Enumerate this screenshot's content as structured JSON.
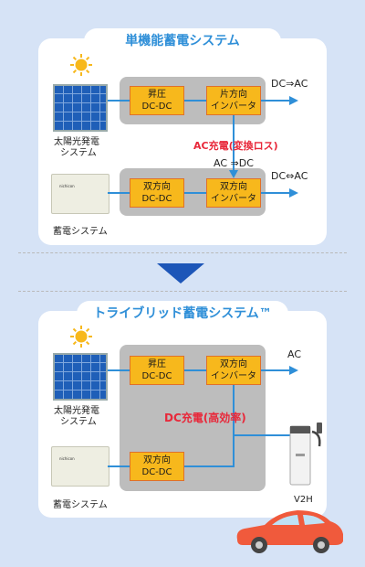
{
  "colors": {
    "blue": "#2f8fd8",
    "orange": "#f7b81c",
    "red": "#e8283a",
    "navy": "#1d56b8",
    "bg": "#d6e3f6"
  },
  "top": {
    "title": "単機能蓄電システム",
    "solar_label_1": "太陽光発電",
    "solar_label_2": "システム",
    "storage_label": "蓄電システム",
    "box1_l1": "昇圧",
    "box1_l2": "DC-DC",
    "box2_l1": "片方向",
    "box2_l2": "インバータ",
    "box3_l1": "双方向",
    "box3_l2": "DC-DC",
    "box4_l1": "双方向",
    "box4_l2": "インバータ",
    "out1": "DC⇒AC",
    "out2": "DC⇔AC",
    "ac_dc": "AC ⇒DC",
    "red_note": "AC充電(変換ロス)"
  },
  "bottom": {
    "title": "トライブリッド蓄電システム™",
    "solar_label_1": "太陽光発電",
    "solar_label_2": "システム",
    "storage_label": "蓄電システム",
    "box1_l1": "昇圧",
    "box1_l2": "DC-DC",
    "box2_l1": "双方向",
    "box2_l2": "インバータ",
    "box3_l1": "双方向",
    "box3_l2": "DC-DC",
    "out_ac": "AC",
    "red_note": "DC充電(高効率)",
    "v2h_label": "V2H"
  }
}
